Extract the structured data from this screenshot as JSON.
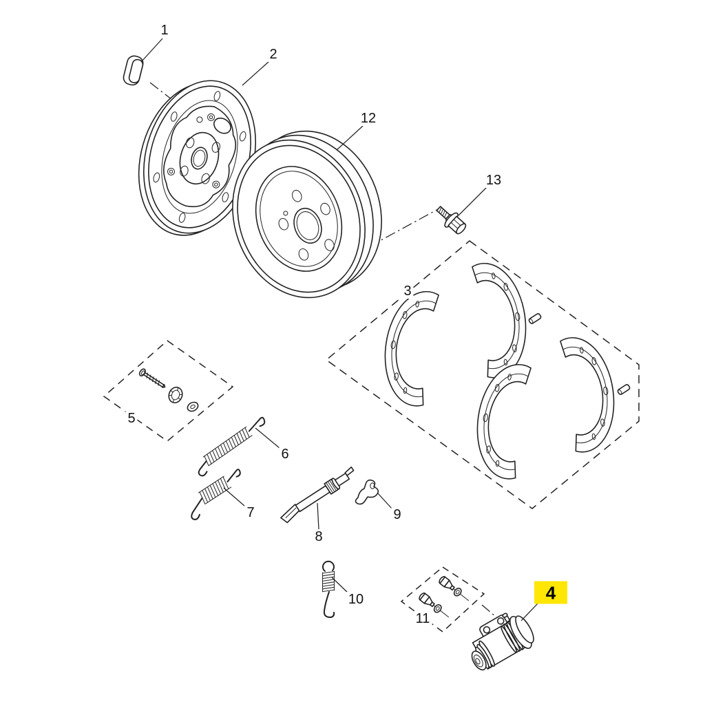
{
  "page": {
    "type": "exploded-parts-diagram",
    "subject": "rear drum brake assembly",
    "background": "#ffffff"
  },
  "style": {
    "line_color": "#222222",
    "label_color": "#111111",
    "highlight_bg": "#ffe605",
    "highlight_text": "#000000"
  },
  "callouts": [
    {
      "label": "1",
      "depicts": "access-plug",
      "highlighted": false
    },
    {
      "label": "2",
      "depicts": "brake-backing-plate",
      "highlighted": false
    },
    {
      "label": "12",
      "depicts": "brake-drum",
      "highlighted": false
    },
    {
      "label": "13",
      "depicts": "drum-mounting-bolt",
      "highlighted": false
    },
    {
      "label": "3",
      "depicts": "brake-shoe-set",
      "highlighted": false
    },
    {
      "label": "5",
      "depicts": "shoe-hold-down-kit",
      "highlighted": false
    },
    {
      "label": "6",
      "depicts": "upper-return-spring",
      "highlighted": false
    },
    {
      "label": "7",
      "depicts": "lower-return-spring",
      "highlighted": false
    },
    {
      "label": "8",
      "depicts": "self-adjuster-assembly",
      "highlighted": false
    },
    {
      "label": "9",
      "depicts": "adjuster-lever",
      "highlighted": false
    },
    {
      "label": "10",
      "depicts": "adjuster-spring",
      "highlighted": false
    },
    {
      "label": "11",
      "depicts": "wheel-cylinder-mounting-bolts",
      "highlighted": false
    },
    {
      "label": "4",
      "depicts": "wheel-cylinder",
      "highlighted": true
    }
  ]
}
